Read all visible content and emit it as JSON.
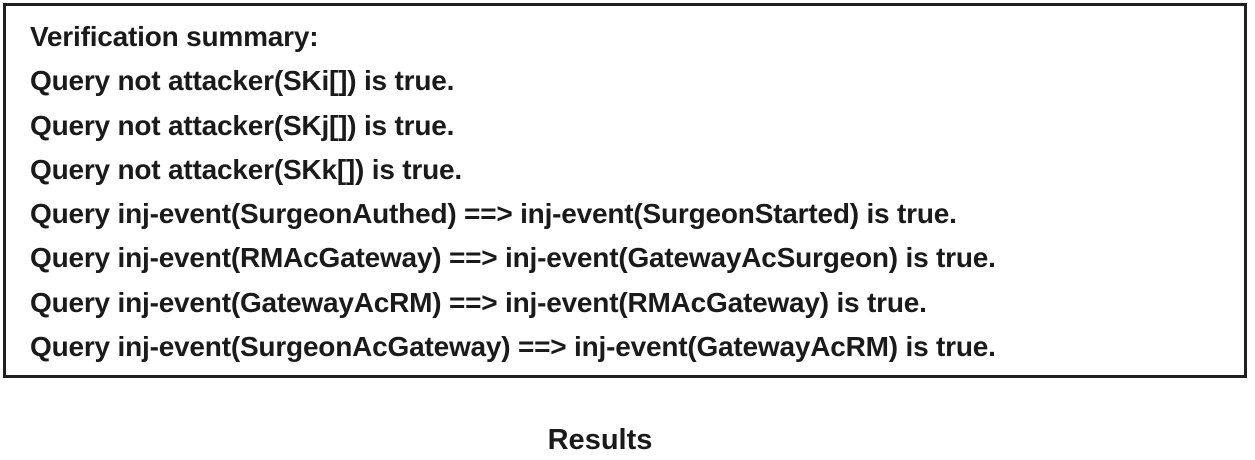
{
  "figure": {
    "verification_box": {
      "lines": [
        "Verification summary:",
        "Query not attacker(SKi[]) is true.",
        "Query not attacker(SKj[]) is true.",
        "Query not attacker(SKk[]) is true.",
        "Query inj-event(SurgeonAuthed) ==> inj-event(SurgeonStarted) is true.",
        "Query inj-event(RMAcGateway) ==> inj-event(GatewayAcSurgeon) is true.",
        "Query inj-event(GatewayAcRM) ==> inj-event(RMAcGateway) is true.",
        "Query inj-event(SurgeonAcGateway) ==> inj-event(GatewayAcRM) is true."
      ]
    },
    "caption": "Results",
    "colors": {
      "text": "#1a1a1a",
      "border": "#1f1f1f",
      "background": "#ffffff"
    }
  }
}
